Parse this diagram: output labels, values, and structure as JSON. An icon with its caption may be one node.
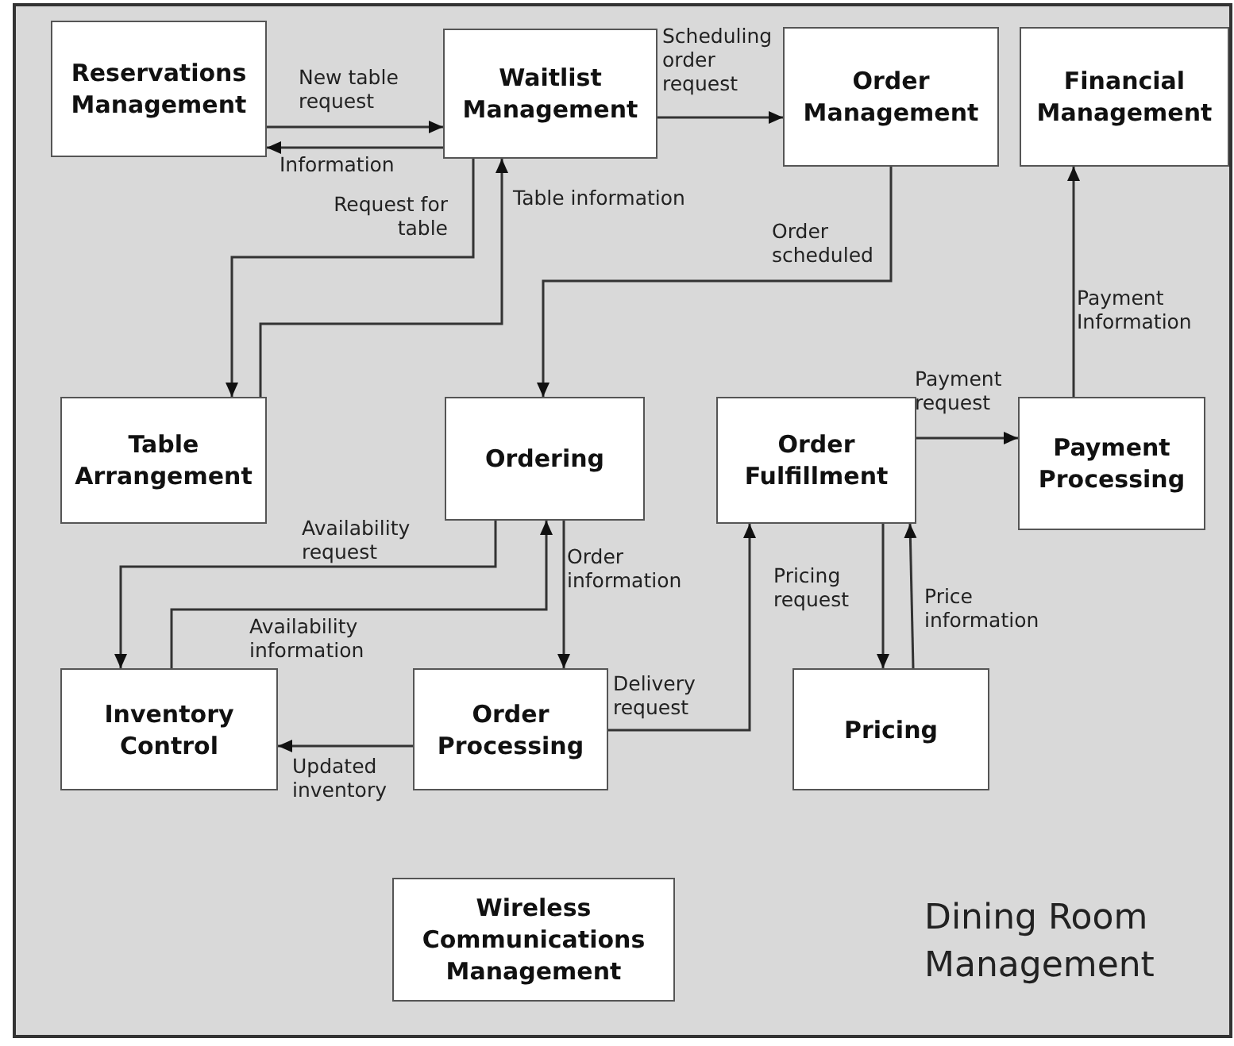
{
  "diagram": {
    "nodes": [
      {
        "text": [
          "Dining Room Management"
        ]
      },
      {
        "text": [
          "Reservations Management"
        ],
        "in": 0
      },
      {
        "text": [
          "Waitlist Management"
        ],
        "in": 0
      },
      {
        "text": [
          "Order Management"
        ],
        "in": 0
      },
      {
        "text": [
          "Financial Management"
        ],
        "in": 0
      },
      {
        "text": [
          "Table Arrangement"
        ],
        "in": 0
      },
      {
        "text": [
          "Ordering"
        ],
        "in": 0
      },
      {
        "text": [
          "Order Fulfillment"
        ],
        "in": 0
      },
      {
        "text": [
          "Payment Processing"
        ],
        "in": 0
      },
      {
        "text": [
          "Inventory Control"
        ],
        "in": 0
      },
      {
        "text": [
          "Order Processing"
        ],
        "in": 0
      },
      {
        "text": [
          "Pricing"
        ],
        "in": 0
      },
      {
        "text": [
          "Wireless Communications Management"
        ],
        "in": 0
      }
    ],
    "edges": [
      {
        "from": 1,
        "to": 2,
        "arrow": "to",
        "label": "New table request"
      },
      {
        "from": 2,
        "to": 1,
        "arrow": "to",
        "label": "Information"
      },
      {
        "from": 2,
        "to": 5,
        "arrow": "to",
        "label": "Request for table"
      },
      {
        "from": 5,
        "to": 2,
        "arrow": "to",
        "label": "Table information"
      },
      {
        "from": 2,
        "to": 3,
        "arrow": "to",
        "label": "Scheduling order request"
      },
      {
        "from": 3,
        "to": 6,
        "arrow": "to",
        "label": "Order scheduled"
      },
      {
        "from": 6,
        "to": 9,
        "arrow": "to",
        "label": "Availability request"
      },
      {
        "from": 9,
        "to": 6,
        "arrow": "to",
        "label": "Availability information"
      },
      {
        "from": 6,
        "to": 10,
        "arrow": "to",
        "label": "Order information"
      },
      {
        "from": 10,
        "to": 7,
        "arrow": "to",
        "label": "Delivery request"
      },
      {
        "from": 7,
        "to": 8,
        "arrow": "to",
        "label": "Payment request"
      },
      {
        "from": 8,
        "to": 4,
        "arrow": "to",
        "label": "Payment Information"
      },
      {
        "from": 7,
        "to": 11,
        "arrow": "to",
        "label": "Pricing request"
      },
      {
        "from": 11,
        "to": 7,
        "arrow": "to",
        "label": "Price information"
      },
      {
        "from": 10,
        "to": 9,
        "arrow": "to",
        "label": "Updated inventory"
      }
    ]
  }
}
